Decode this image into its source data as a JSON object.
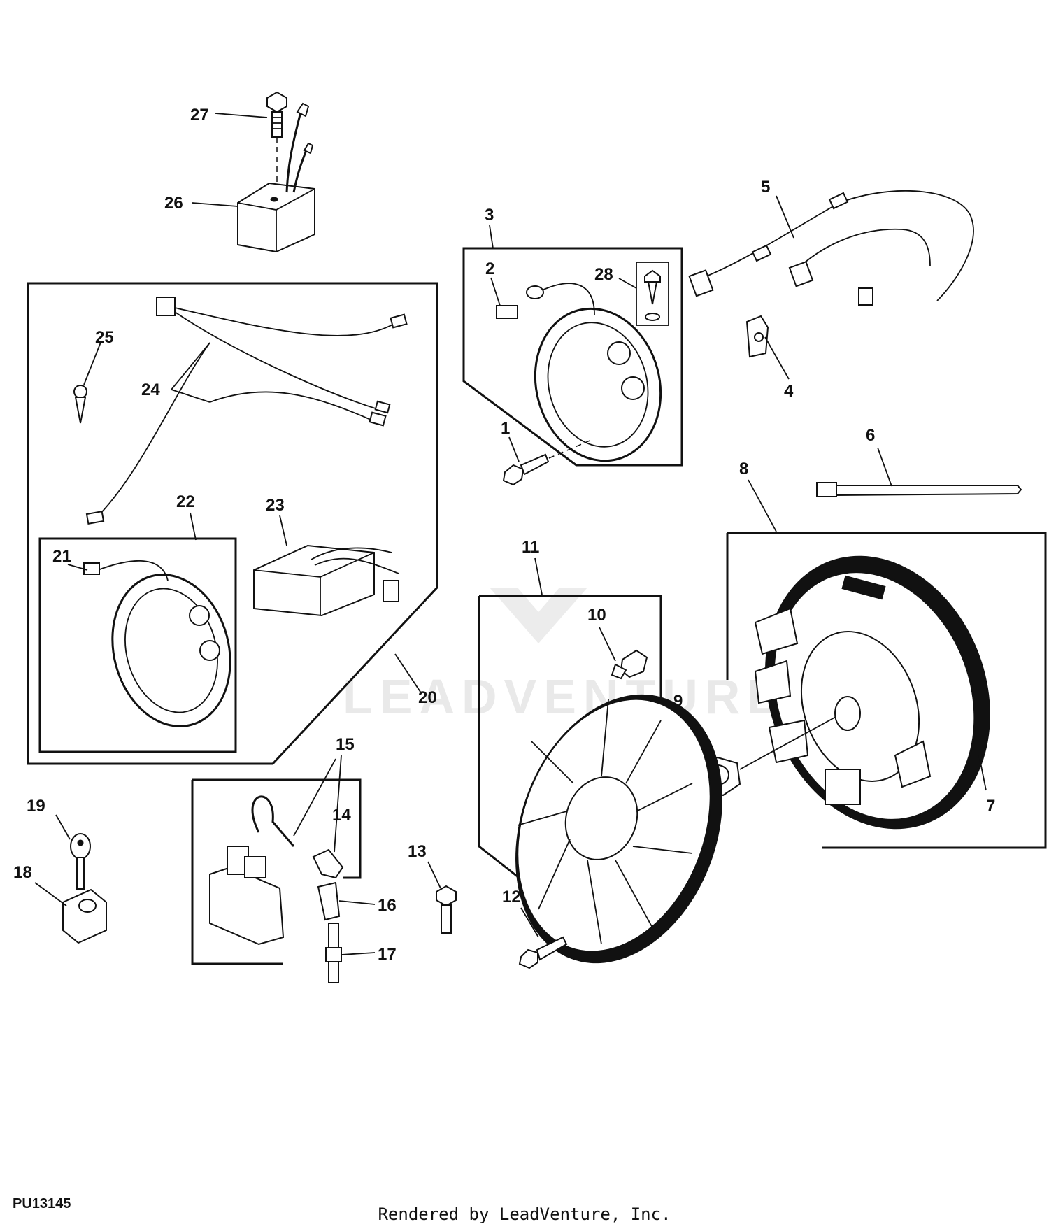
{
  "figure_id": "PU13145",
  "credit": "Rendered by LeadVenture, Inc.",
  "watermark": "LEADVENTURE",
  "callouts": [
    "1",
    "2",
    "3",
    "4",
    "5",
    "6",
    "7",
    "8",
    "9",
    "10",
    "11",
    "12",
    "13",
    "14",
    "15",
    "16",
    "17",
    "18",
    "19",
    "20",
    "21",
    "22",
    "23",
    "24",
    "25",
    "26",
    "27",
    "28"
  ]
}
